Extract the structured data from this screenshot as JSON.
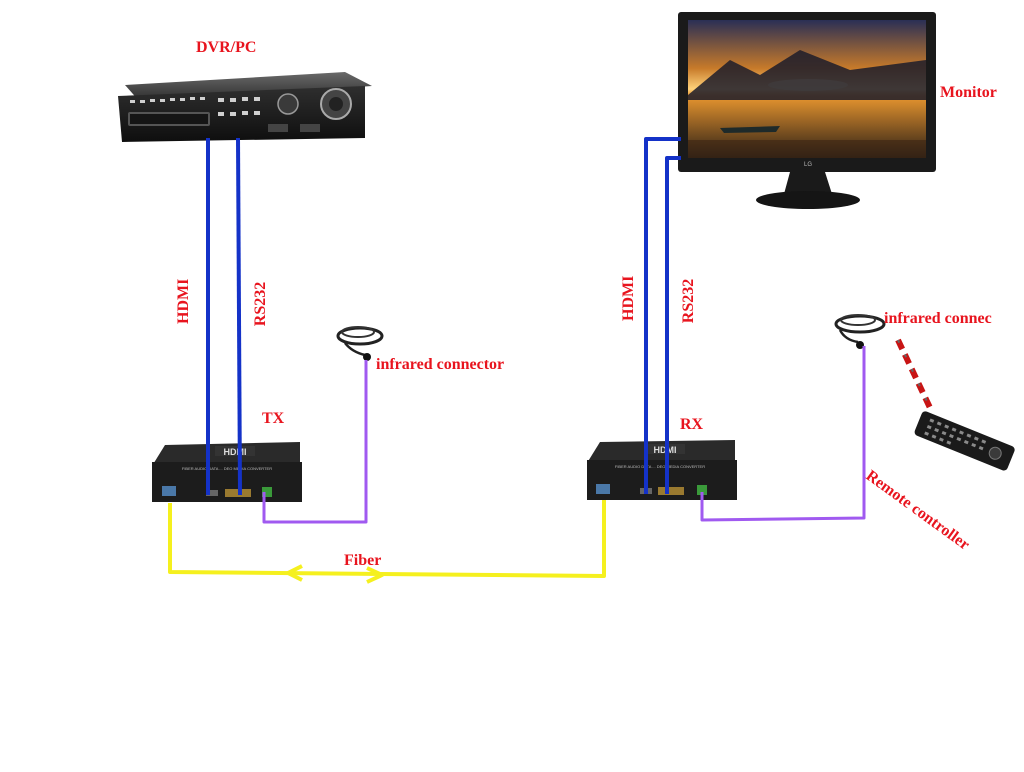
{
  "labels": {
    "dvr": "DVR/PC",
    "monitor": "Monitor",
    "tx": "TX",
    "rx": "RX",
    "fiber": "Fiber",
    "tx_hdmi": "HDMI",
    "tx_rs232": "RS232",
    "rx_hdmi": "HDMI",
    "rx_rs232": "RS232",
    "ir_left": "infrared connector",
    "ir_right": "infrared connec",
    "remote": "Remote controller"
  },
  "device_text": {
    "converter_badge": "HDMI",
    "converter_caption": "FIBER AUDIO DATA ... DEO MEDIA CONVERTER",
    "monitor_brand": "LG"
  },
  "colors": {
    "label": "#e8141e",
    "hdmi_cable": "#1432c8",
    "rs232_cable": "#1432c8",
    "ir_cable": "#a05af0",
    "fiber_cable": "#f5f01e",
    "remote_cord": "#c81414",
    "device_body": "#1c1c1c"
  },
  "icons": [
    "dvr-icon",
    "monitor-icon",
    "tx-converter-icon",
    "rx-converter-icon",
    "ir-receiver-icon",
    "remote-control-icon"
  ]
}
